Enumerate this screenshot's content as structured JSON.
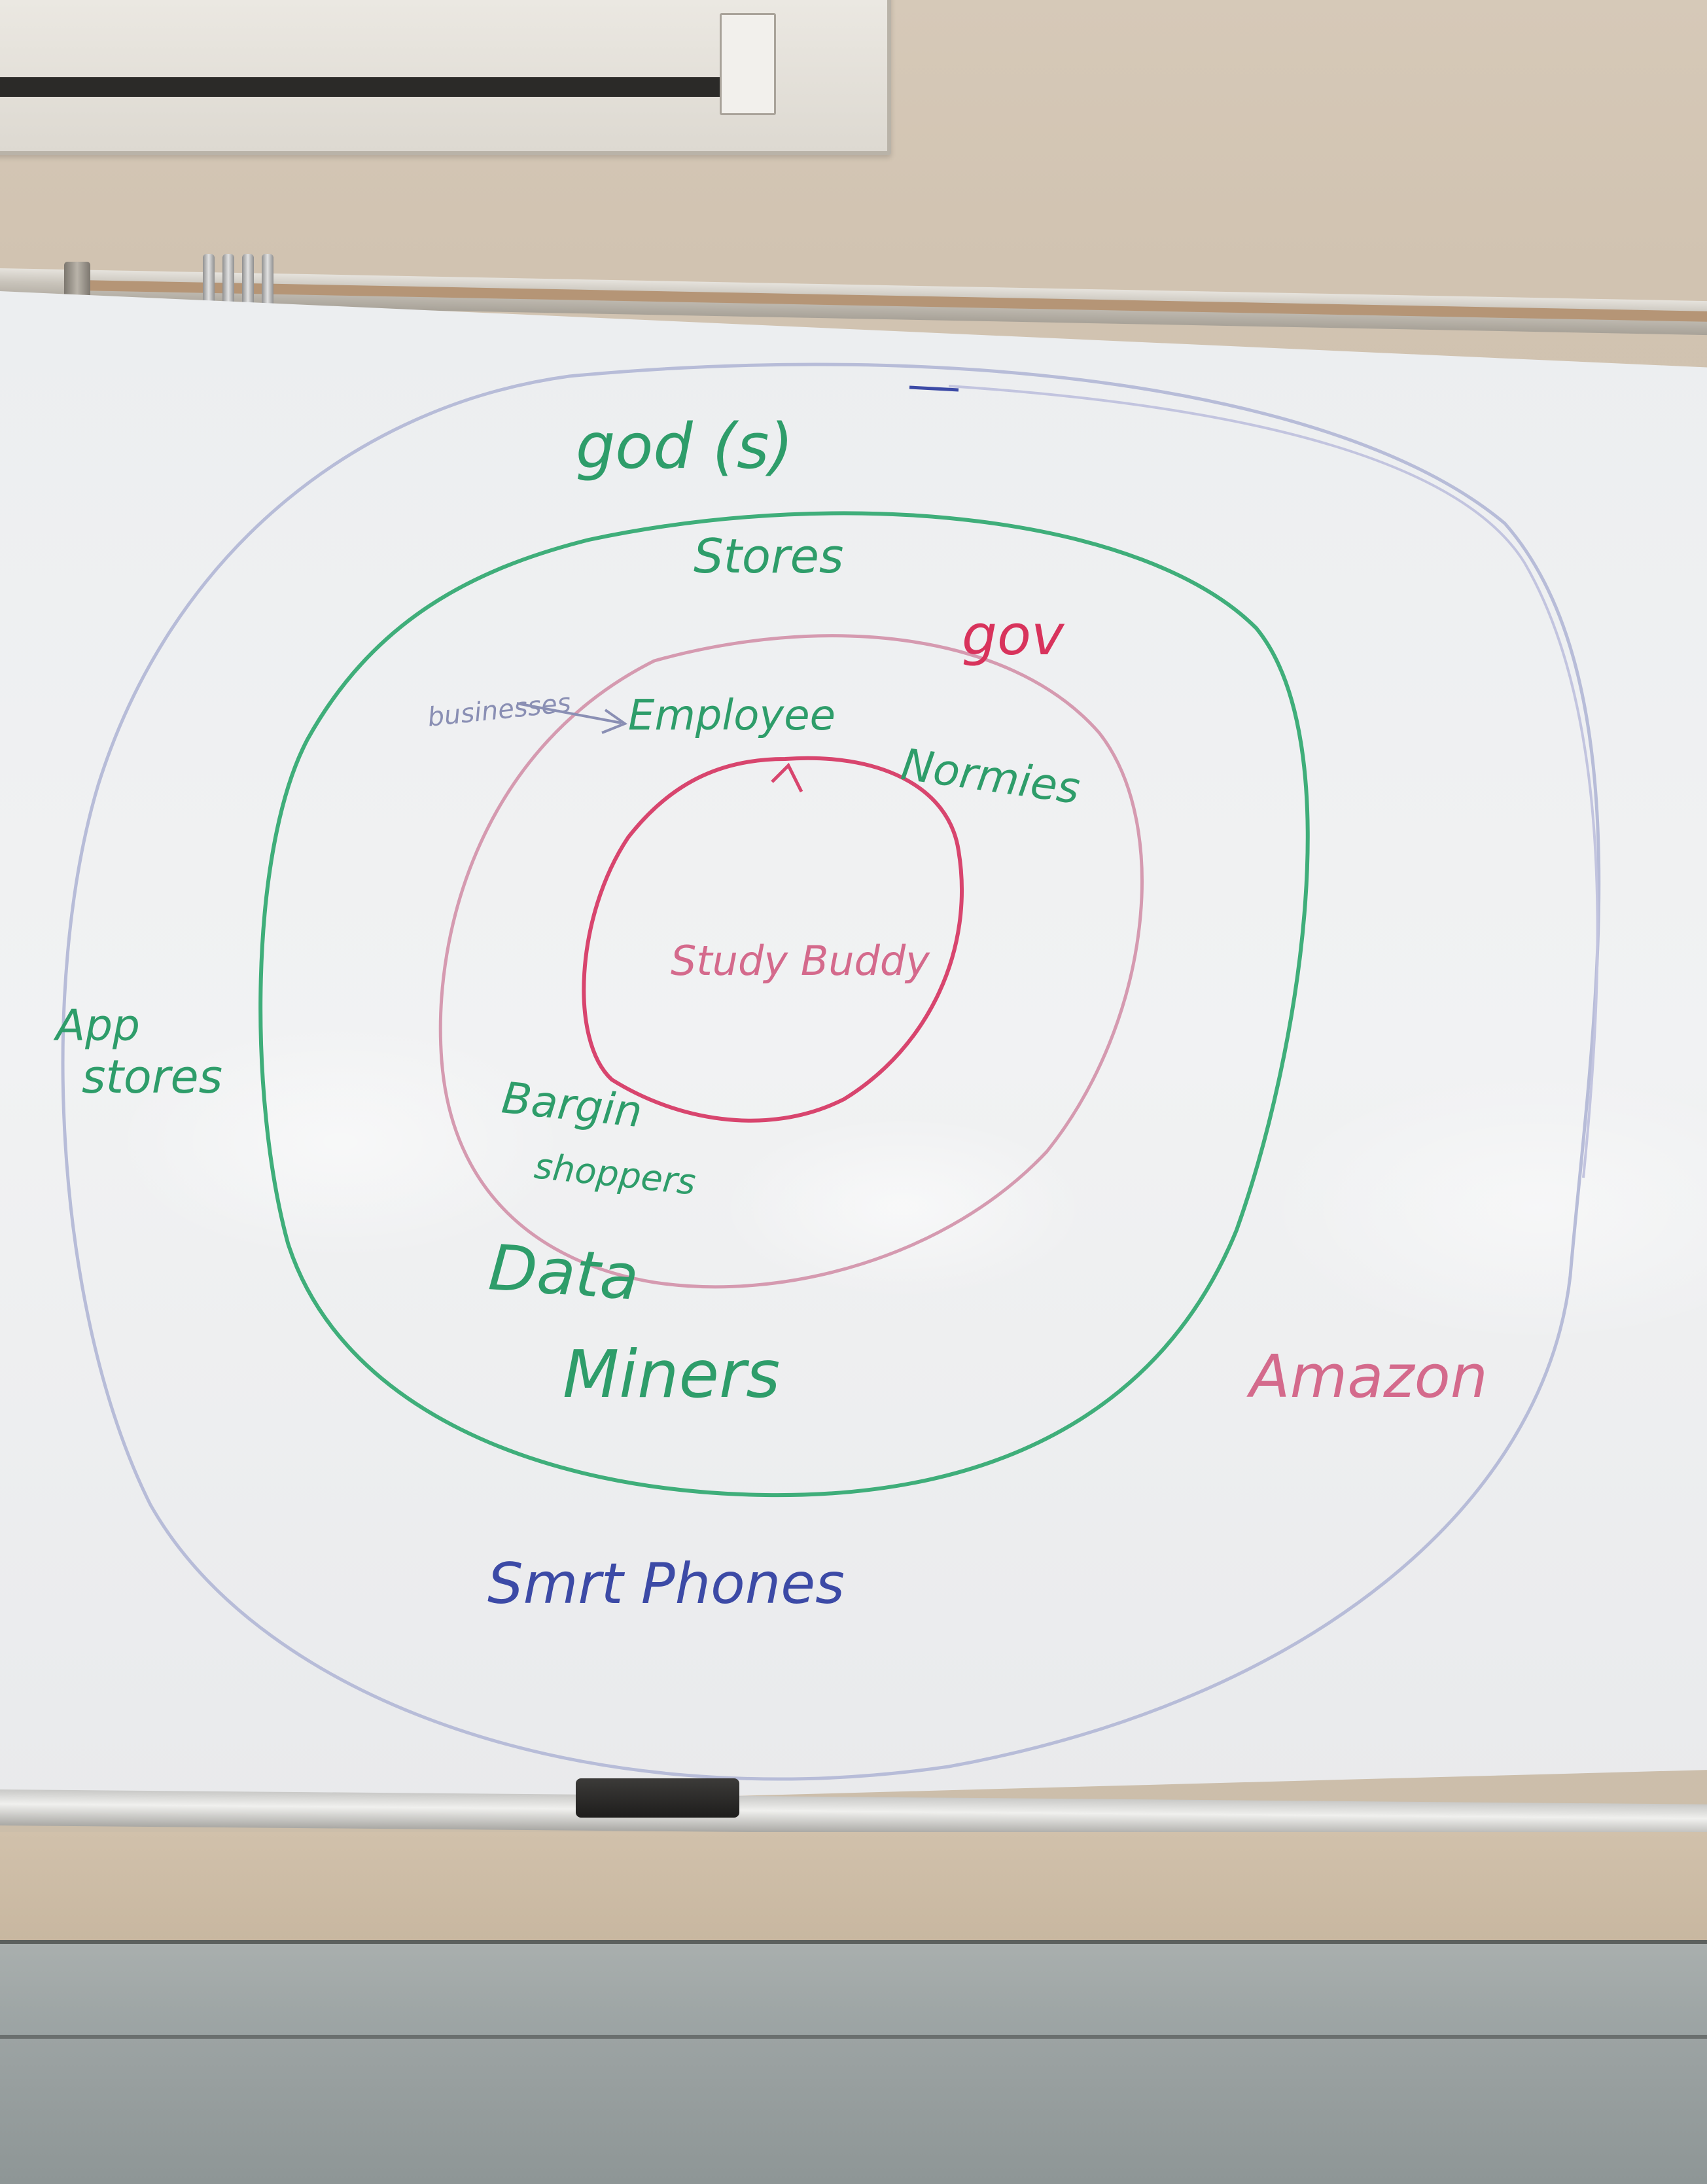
{
  "whiteboard": {
    "labels": {
      "gods": "god (s)",
      "stores": "Stores",
      "gov": "gov",
      "businesses": "businesses",
      "employee": "Employee",
      "normies": "Normies",
      "study_buddy": "Study Buddy",
      "app_stores_line1": "App",
      "app_stores_line2": "stores",
      "bargain_shoppers_line1": "Bargin",
      "bargain_shoppers_line2": "shoppers",
      "data_miners_line1": "Data",
      "data_miners_line2": "Miners",
      "amazon": "Amazon",
      "smart_phones": "Smrt Phones"
    },
    "colors": {
      "outer_ring": "#b7bcd8",
      "green_ring": "#3fae7a",
      "pink_ring": "#d59ab0",
      "inner_ring": "#d8456e",
      "green_text": "#2e9d6a",
      "red_text": "#d8335c",
      "blue_text": "#3c4aa6",
      "pink_text": "#d46a8c",
      "gray_text": "#8a8fb4"
    }
  }
}
